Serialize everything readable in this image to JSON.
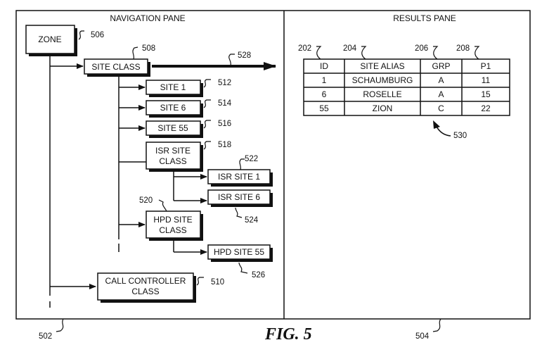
{
  "figure_label": "FIG. 5",
  "navigation_pane": {
    "title": "NAVIGATION PANE",
    "ref": "502",
    "nodes": {
      "zone": {
        "label": "ZONE",
        "ref": "506"
      },
      "site_class": {
        "label": "SITE CLASS",
        "ref": "508"
      },
      "site_1": {
        "label": "SITE 1",
        "ref": "512"
      },
      "site_6": {
        "label": "SITE 6",
        "ref": "514"
      },
      "site_55": {
        "label": "SITE 55",
        "ref": "516"
      },
      "isr_site_class": {
        "label_line1": "ISR SITE",
        "label_line2": "CLASS",
        "ref": "518"
      },
      "isr_site_1": {
        "label": "ISR SITE 1",
        "ref": "522"
      },
      "isr_site_6": {
        "label": "ISR SITE 6",
        "ref": "524"
      },
      "hpd_site_class": {
        "label_line1": "HPD SITE",
        "label_line2": "CLASS",
        "ref": "520"
      },
      "hpd_site_55": {
        "label": "HPD SITE 55",
        "ref": "526"
      },
      "call_controller_class": {
        "label_line1": "CALL CONTROLLER",
        "label_line2": "CLASS",
        "ref": "510"
      }
    },
    "arrow_ref": "528"
  },
  "results_pane": {
    "title": "RESULTS PANE",
    "ref": "504",
    "table_ref": "530",
    "columns": [
      {
        "header": "ID",
        "ref": "202"
      },
      {
        "header": "SITE ALIAS",
        "ref": "204"
      },
      {
        "header": "GRP",
        "ref": "206"
      },
      {
        "header": "P1",
        "ref": "208"
      }
    ],
    "rows": [
      [
        "1",
        "SCHAUMBURG",
        "A",
        "11"
      ],
      [
        "6",
        "ROSELLE",
        "A",
        "15"
      ],
      [
        "55",
        "ZION",
        "C",
        "22"
      ]
    ]
  }
}
